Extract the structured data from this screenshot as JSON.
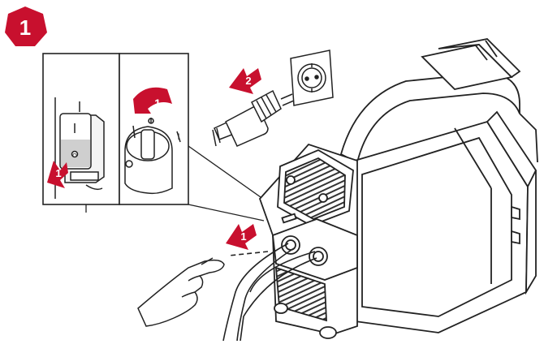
{
  "step_badge": {
    "number": "1",
    "color": "#c8102e"
  },
  "switch_inset": {
    "on_mark": "I",
    "off_mark": "O"
  },
  "dial_inset": {
    "on_mark": "I",
    "off_mark": "O"
  },
  "callouts": [
    {
      "label": "1",
      "color": "#c8102e"
    },
    {
      "label": "1",
      "color": "#c8102e"
    },
    {
      "label": "2",
      "color": "#c8102e"
    },
    {
      "label": "1",
      "color": "#c8102e"
    }
  ],
  "icons": [
    "step-badge-icon",
    "power-switch-icon",
    "rotary-dial-icon",
    "wall-socket-icon",
    "power-plug-icon",
    "welding-machine-icon",
    "hand-icon"
  ]
}
